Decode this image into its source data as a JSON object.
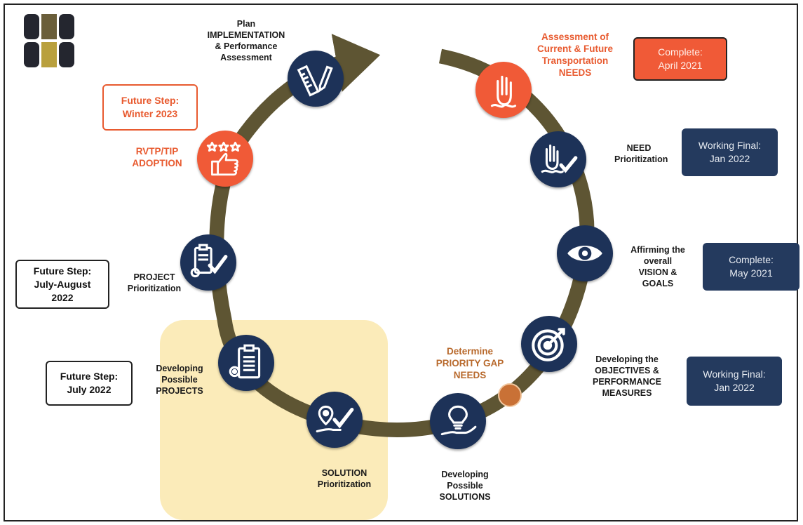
{
  "logo": {
    "icon": "logo-icon",
    "colors": [
      "#24262f",
      "#6a5e3a",
      "#b9a03d"
    ]
  },
  "colors": {
    "navy": "#1d3258",
    "orange": "#f05a37",
    "ring": "#5e5533",
    "highlight": "#fbebb9",
    "status_navy": "#243a5e",
    "priority_text": "#b8692c"
  },
  "steps": [
    {
      "id": "assessment",
      "icon": "raised-hand-icon",
      "color": "orange",
      "label": "Assessment of\nCurrent & Future\nTransportation\nNEEDS",
      "status": "Complete:\nApril 2021"
    },
    {
      "id": "need-prioritization",
      "icon": "hand-check-icon",
      "color": "navy",
      "label": "NEED\nPrioritization",
      "status": "Working Final:\nJan 2022"
    },
    {
      "id": "vision-goals",
      "icon": "eye-icon",
      "color": "navy",
      "label": "Affirming the\noverall\nVISION &\nGOALS",
      "status": "Complete:\nMay 2021"
    },
    {
      "id": "objectives",
      "icon": "target-icon",
      "color": "navy",
      "label": "Developing the\nOBJECTIVES &\nPERFORMANCE\nMEASURES",
      "status": "Working Final:\nJan 2022"
    },
    {
      "id": "priority-gap",
      "icon": "",
      "color": "brown",
      "label": "Determine\nPRIORITY GAP\nNEEDS",
      "status": ""
    },
    {
      "id": "possible-solutions",
      "icon": "lightbulb-hand-icon",
      "color": "navy",
      "label": "Developing\nPossible\nSOLUTIONS",
      "status": ""
    },
    {
      "id": "solution-prioritization",
      "icon": "pin-check-icon",
      "color": "navy",
      "label": "SOLUTION\nPrioritization",
      "status": ""
    },
    {
      "id": "possible-projects",
      "icon": "clipboard-gear-icon",
      "color": "navy",
      "label": "Developing\nPossible\nPROJECTS",
      "status": "Future Step:\nJuly 2022"
    },
    {
      "id": "project-prioritization",
      "icon": "clipboard-check-icon",
      "color": "navy",
      "label": "PROJECT\nPrioritization",
      "status": "Future Step:\nJuly-August\n2022"
    },
    {
      "id": "adoption",
      "icon": "thumbs-up-stars-icon",
      "color": "orange",
      "label": "RVTP/TIP\nADOPTION",
      "status": "Future Step:\nWinter 2023"
    },
    {
      "id": "implementation",
      "icon": "ruler-pencil-icon",
      "color": "navy",
      "label": "Plan\nIMPLEMENTATION\n& Performance\nAssessment",
      "status": ""
    }
  ]
}
